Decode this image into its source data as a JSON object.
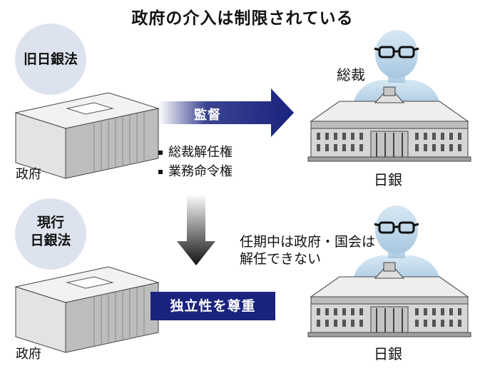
{
  "title": "政府の介入は制限されている",
  "old_law": {
    "label": "旧日銀法",
    "government": "政府",
    "boj": "日銀",
    "governor": "総裁",
    "arrow_label": "監督",
    "powers": [
      "総裁解任権",
      "業務命令権"
    ]
  },
  "current_law": {
    "label_line1": "現行",
    "label_line2": "日銀法",
    "government": "政府",
    "boj": "日銀",
    "note": "任期中は政府・国会は解任できない",
    "respect_label": "独立性を尊重"
  },
  "colors": {
    "navy": "#1a237e",
    "circle": "#dde3ee",
    "face": "#bcd6ea",
    "building": "#cfcfcf"
  }
}
